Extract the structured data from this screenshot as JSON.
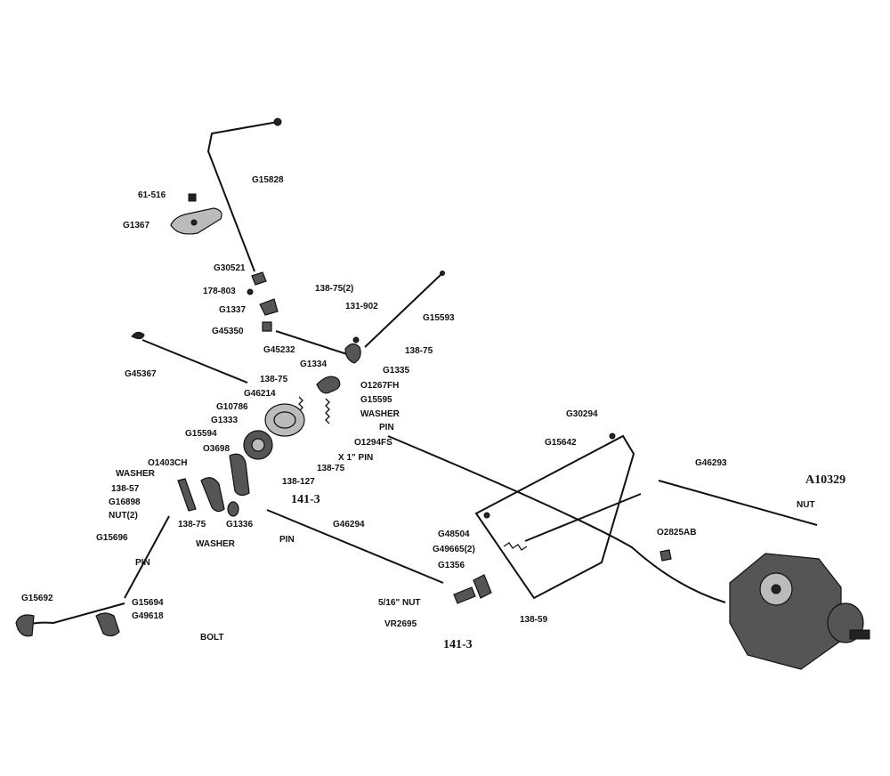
{
  "figure_id": "A10329",
  "parts": {
    "p61_516": "61-516",
    "g15828": "G15828",
    "g1367": "G1367",
    "g30521": "G30521",
    "p178_803": "178-803",
    "p138_75_2": "138-75(2)",
    "g1337": "G1337",
    "p131_902": "131-902",
    "g15593": "G15593",
    "g45350": "G45350",
    "g45232": "G45232",
    "p138_75_a": "138-75",
    "g45367": "G45367",
    "g1334": "G1334",
    "g1335": "G1335",
    "p138_75_b": "138-75",
    "o1267fh": "O1267FH",
    "g46214": "G46214",
    "g15595": "G15595",
    "g10786": "G10786",
    "washer_quarter": "WASHER",
    "pin_3_16_x_half": "PIN",
    "g1333": "G1333",
    "o1294fs": "O1294FS",
    "g15594": "G15594",
    "pin_3_16_x_1": "X 1\" PIN",
    "o3698": "O3698",
    "p138_75_c": "138-75",
    "o1403ch": "O1403CH",
    "p138_127": "138-127",
    "washer_3_8": "WASHER",
    "p138_57": "138-57",
    "p141_3_a": "141-3",
    "g16898": "G16898",
    "nut_3_8": "NUT(2)",
    "p138_75_d": "138-75",
    "g1336": "G1336",
    "washer_7_16": "WASHER",
    "pin_3_32_x_3_4_a": "PIN",
    "g15696": "G15696",
    "g46294": "G46294",
    "pin_3_32_x_3_4_b": "PIN",
    "g15692": "G15692",
    "g15694": "G15694",
    "g49618": "G49618",
    "bolt_5_16_x_1_half": "BOLT",
    "g30294": "G30294",
    "g15642": "G15642",
    "g46293": "G46293",
    "nut_quarter": "NUT",
    "g48504": "G48504",
    "o2825ab": "O2825AB",
    "g49665": "G49665(2)",
    "g1356": "G1356",
    "nut_5_16": "5/16\" NUT",
    "vr2695": "VR2695",
    "p138_59": "138-59",
    "p141_3_b": "141-3"
  }
}
